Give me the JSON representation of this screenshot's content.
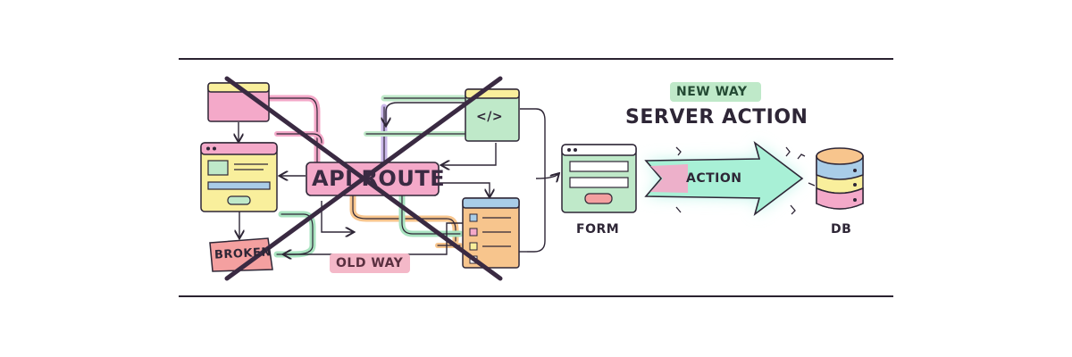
{
  "old": {
    "api_route": "API ROUTE",
    "broken": "BROKEN",
    "old_way": "OLD WAY",
    "code_glyph": "</>"
  },
  "new": {
    "new_way": "NEW WAY",
    "server_action": "SERVER ACTION",
    "action": "ACTION",
    "form": "FORM",
    "db": "DB"
  },
  "colors": {
    "ink": "#2e2636",
    "pink": "#f4a9c9",
    "yellow": "#f9ef9c",
    "mint": "#bfe9c9",
    "orange": "#f7c58d",
    "blue": "#a9cde8",
    "lavender": "#c9b7e8",
    "glow": "#bff5ea"
  }
}
